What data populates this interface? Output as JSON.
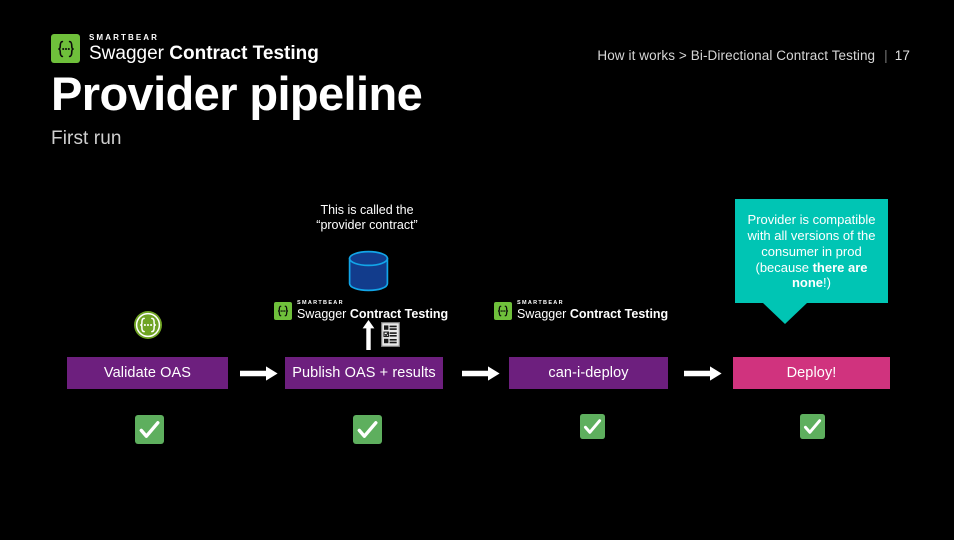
{
  "header": {
    "brand": "SMARTBEAR",
    "product_light": "Swagger ",
    "product_bold": "Contract Testing",
    "logo_glyph": "{...}",
    "breadcrumb": "How it works > Bi-Directional Contract Testing",
    "separator": "|",
    "page_number": "17"
  },
  "title": "Provider pipeline",
  "subtitle": "First run",
  "annotation": {
    "line1": "This is called the",
    "line2": "“provider contract”"
  },
  "pipeline": {
    "steps": [
      {
        "label": "Validate OAS",
        "color": "#6D1F7E",
        "status": "pass"
      },
      {
        "label": "Publish OAS + results",
        "color": "#6D1F7E",
        "status": "pass"
      },
      {
        "label": "can-i-deploy",
        "color": "#6D1F7E",
        "status": "pass"
      },
      {
        "label": "Deploy!",
        "color": "#D0337E",
        "status": "pass"
      }
    ],
    "arrow_name": "flow-arrow"
  },
  "callout": {
    "text_part1": "Provider is compatible with all versions of the consumer in prod (because ",
    "text_bold": "there are none",
    "text_part2": "!)",
    "color": "#00C5B4"
  },
  "icons": {
    "database": "database-cylinder-icon",
    "swagger_circle": "swagger-circle-icon",
    "up_arrow": "upload-arrow-icon",
    "results": "test-results-icon",
    "check": "green-check-icon"
  },
  "colors": {
    "background": "#000000",
    "purple": "#6D1F7E",
    "pink": "#D0337E",
    "teal": "#00C5B4",
    "swagger_green": "#6FC03B",
    "db_fill": "#123C8C",
    "db_stroke": "#00AEEF",
    "check_green": "#5EAF5E"
  }
}
